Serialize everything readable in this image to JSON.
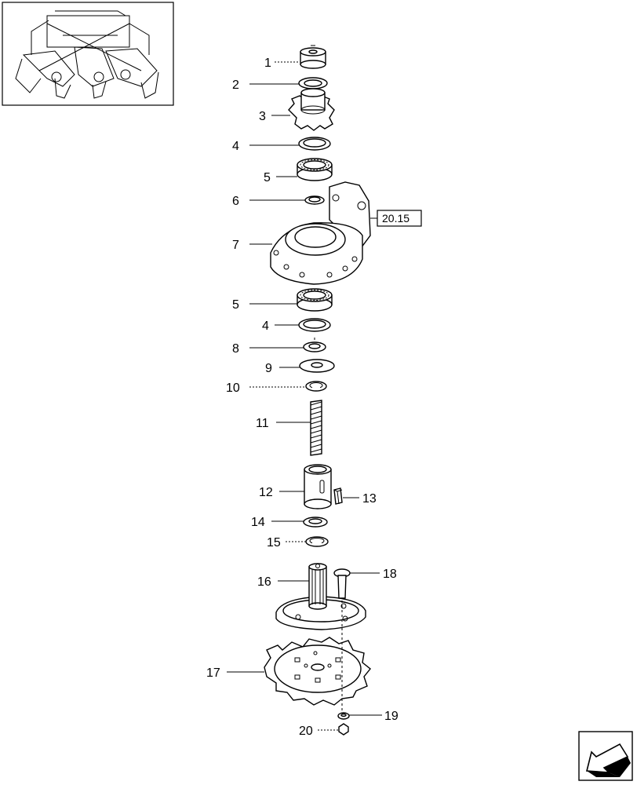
{
  "reference_box": "20.15",
  "callouts": [
    "1",
    "2",
    "3",
    "4",
    "5",
    "6",
    "7",
    "5",
    "4",
    "8",
    "9",
    "10",
    "11",
    "12",
    "13",
    "14",
    "15",
    "16",
    "18",
    "17",
    "19",
    "20"
  ],
  "icons": {
    "overview": "machine-overview-thumbnail-icon",
    "navigation": "previous-page-arrow-icon"
  }
}
